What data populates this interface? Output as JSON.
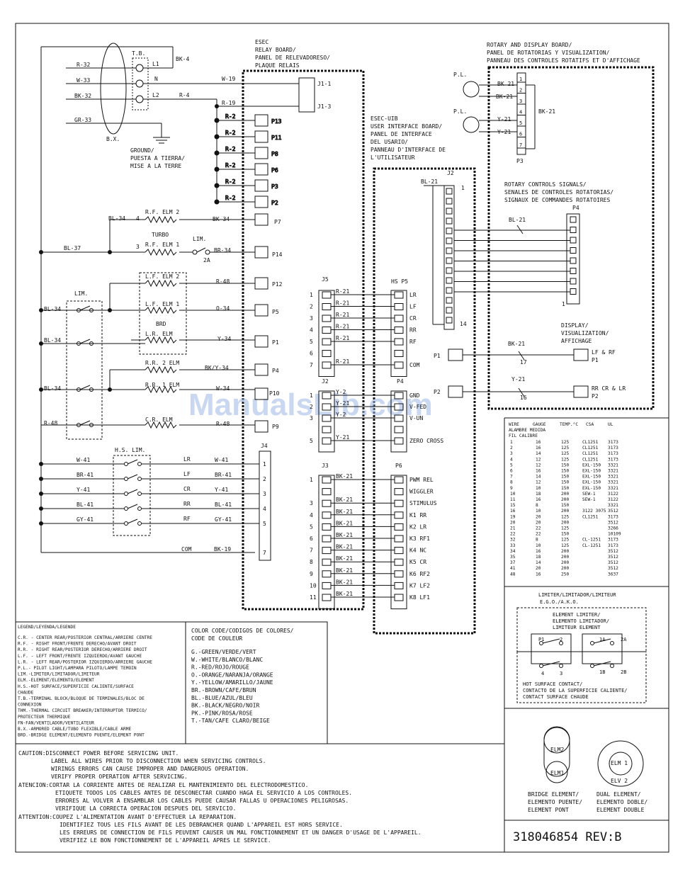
{
  "tb": {
    "title": "T.B.",
    "bk4": "BK-4",
    "l1": "L1",
    "n": "N",
    "l2": "L2",
    "r4": "R-4",
    "bx": "B.X."
  },
  "supply": {
    "r32": "R-32",
    "w33": "W-33",
    "bk32": "BK-32",
    "gr33": "GR-33"
  },
  "ground": [
    "GROUND/",
    "PUESTA A TIERRA/",
    "MISE A LA TERRE"
  ],
  "relay_board": {
    "title": [
      "ESEC",
      "RELAY BOARD/",
      "PANEL DE RELEVADORESO/",
      "PLAQUE RELAIS"
    ],
    "j11": "J1-1",
    "j13": "J1-3",
    "w19": "W-19",
    "r19": "R-19"
  },
  "relay_conns": [
    {
      "wire": "R-2",
      "label": "P13"
    },
    {
      "wire": "R-2",
      "label": "P11"
    },
    {
      "wire": "R-2",
      "label": "P8"
    },
    {
      "wire": "R-2",
      "label": "P6"
    },
    {
      "wire": "R-2",
      "label": "P3"
    },
    {
      "wire": "R-2",
      "label": "P2"
    }
  ],
  "elements": {
    "bl34": "BL-34",
    "bl37": "BL-37",
    "rf2": "R.F. ELM 2",
    "rf1": "R.F. ELM 1",
    "turbo": "TURBO",
    "lim": "LIM.",
    "num4": "4",
    "num3": "3",
    "twoA": "2A",
    "bk34": "BK-34",
    "br34": "BR-34",
    "p7": "P7",
    "p14": "P14",
    "lf2": "L.F. ELM 2",
    "lf1": "L.F. ELM 1",
    "brd": "BRD",
    "lr": "L.R. ELM",
    "r48": "R-48",
    "o34": "O-34",
    "y34": "Y-34",
    "p12": "P12",
    "p5": "P5",
    "p1": "P1",
    "rr2": "R.R. 2 ELM",
    "rr1": "R.R. 1 ELM",
    "bky34": "BK/Y-34",
    "w34": "W-34",
    "p4": "P4",
    "p10": "P10",
    "cr": "C.R. ELM",
    "r48b": "R-48",
    "p9": "P9",
    "lim2": "LIM.",
    "left_bl34a": "BL-34",
    "left_bl34b": "BL-34",
    "left_bl34c": "BL-34",
    "left_r48": "R-48"
  },
  "hs": {
    "title": "H.S. LIM.",
    "j4": "J4",
    "com": "COM",
    "bk19": "BK-19",
    "rows": [
      {
        "left": "W-41",
        "mid": "LR",
        "right": "W-41",
        "pin": "1"
      },
      {
        "left": "BR-41",
        "mid": "LF",
        "right": "BR-41",
        "pin": "2"
      },
      {
        "left": "Y-41",
        "mid": "CR",
        "right": "Y-41",
        "pin": "3"
      },
      {
        "left": "BL-41",
        "mid": "RR",
        "right": "BL-41",
        "pin": "4"
      },
      {
        "left": "GY-41",
        "mid": "RF",
        "right": "GY-41",
        "pin": "5"
      }
    ],
    "pin7": "7"
  },
  "uib": {
    "title": [
      "ESEC-UIB",
      "USER INTERFACE BOARD/",
      "PANEL DE INTERFACE",
      "DEL USARIO/",
      "PANNEAU D'INTERFACE DE",
      "L'UTILISATEUR"
    ]
  },
  "j5": {
    "label": "J5",
    "hs": "HS P5",
    "rows": [
      {
        "n": "1",
        "w": "R-21",
        "r": "LR"
      },
      {
        "n": "2",
        "w": "R-21",
        "r": "LF"
      },
      {
        "n": "3",
        "w": "R-21",
        "r": "CR"
      },
      {
        "n": "4",
        "w": "R-21",
        "r": "RR"
      },
      {
        "n": "5",
        "w": "R-21",
        "r": "RF"
      },
      {
        "n": "6",
        "w": "",
        "r": ""
      },
      {
        "n": "7",
        "w": "R-21",
        "r": "COM"
      }
    ]
  },
  "j2": {
    "label": "J2",
    "p4": "P4",
    "rows": [
      {
        "n": "1",
        "w": "Y-2",
        "r": "GND"
      },
      {
        "n": "2",
        "w": "Y-21",
        "r": "V-FED"
      },
      {
        "n": "3",
        "w": "Y-2",
        "r": "V-UN"
      },
      {
        "n": "",
        "w": "",
        "r": ""
      },
      {
        "n": "5",
        "w": "Y-21",
        "r": "ZERO CROSS"
      }
    ]
  },
  "j3": {
    "label": "J3",
    "p6": "P6",
    "rows": [
      {
        "n": "1",
        "w": "BK-21",
        "r": "PWM REL"
      },
      {
        "n": "",
        "w": "",
        "r": "WIGGLER"
      },
      {
        "n": "3",
        "w": "BK-21",
        "r": "STIMULUS"
      },
      {
        "n": "4",
        "w": "BK-21",
        "r": "K1 RR"
      },
      {
        "n": "5",
        "w": "BK-21",
        "r": "K2 LR"
      },
      {
        "n": "6",
        "w": "BK-21",
        "r": "K3 RF1"
      },
      {
        "n": "7",
        "w": "BK-21",
        "r": "K4 NC"
      },
      {
        "n": "8",
        "w": "BK-21",
        "r": "K5 CR"
      },
      {
        "n": "9",
        "w": "BK-21",
        "r": "K6 RF2"
      },
      {
        "n": "10",
        "w": "BK-21",
        "r": "K7 LF2"
      },
      {
        "n": "11",
        "w": "BK-21",
        "r": "K8 LF1"
      }
    ]
  },
  "rotary": {
    "title": [
      "ROTARY AND DISPLAY BOARD/",
      "PANEL DE ROTATORIAS Y VISUALIZATION/",
      "PANNEAU DES CONTROLES ROTATIFS ET D'AFFICHAGE"
    ],
    "pl": "P.L.",
    "bk21a": "BK 21",
    "bk21b": "BK-21",
    "y21a": "Y-21",
    "y21b": "Y-21",
    "bk21c": "BK-21",
    "p3": "P3",
    "p3pins": [
      "1",
      "2",
      "3",
      "4",
      "5",
      "6",
      "7"
    ],
    "signals": [
      "ROTARY CONTROLS SIGNALS/",
      "SENALES DE CONTROLES ROTATORIAS/",
      "SIGNAUX DE COMMANDES ROTATOIRES"
    ],
    "j2": "J2",
    "j2bl21": "BL-21",
    "j2one": "1",
    "j2fourteen": "14",
    "p4": "P4",
    "bl21": "BL-21",
    "p4one": "1",
    "display": [
      "DISPLAY/",
      "VISUALIZATION/",
      "AFFICHAGE"
    ],
    "p1": "P1",
    "p1wire": "BK-21",
    "p1num": "17",
    "p1r": [
      "LF & RF",
      "P1"
    ],
    "p2": "P2",
    "p2wire": "Y-21",
    "p2num": "16",
    "p2r": [
      "RR CR & LR",
      "P2"
    ]
  },
  "wire_table": {
    "headers": [
      "WIRE",
      "GAUGE",
      "TEMP.°C",
      "CSA",
      "UL"
    ],
    "subheaders": [
      "ALAMBRE MEDIDA",
      "FIL    CALIBRE"
    ],
    "rows": [
      [
        "1",
        "16",
        "125",
        "CL1251",
        "3173"
      ],
      [
        "2",
        "16",
        "125",
        "CL1251",
        "3173"
      ],
      [
        "3",
        "14",
        "125",
        "CL1251",
        "3173"
      ],
      [
        "4",
        "12",
        "125",
        "CL1251",
        "3173"
      ],
      [
        "5",
        "12",
        "150",
        "EXL-150",
        "3321"
      ],
      [
        "6",
        "16",
        "150",
        "EXL-150",
        "3321"
      ],
      [
        "7",
        "14",
        "150",
        "EXL-150",
        "3321"
      ],
      [
        "8",
        "12",
        "150",
        "EXL-150",
        "3321"
      ],
      [
        "9",
        "10",
        "150",
        "EXL-150",
        "3321"
      ],
      [
        "10",
        "18",
        "200",
        "SEW-1",
        "3122"
      ],
      [
        "11",
        "16",
        "200",
        "SEW-1",
        "3122"
      ],
      [
        "15",
        "8",
        "150",
        "",
        "3321"
      ],
      [
        "16",
        "10",
        "200",
        "3122 3075",
        "3512"
      ],
      [
        "19",
        "20",
        "125",
        "CL1251",
        "3173"
      ],
      [
        "20",
        "20",
        "200",
        "",
        "3512"
      ],
      [
        "21",
        "22",
        "125",
        "",
        "3266"
      ],
      [
        "22",
        "22",
        "150",
        "",
        "10109"
      ],
      [
        "32",
        "8",
        "125",
        "CL-1251",
        "3173"
      ],
      [
        "33",
        "10",
        "125",
        "CL-1251",
        "3173"
      ],
      [
        "34",
        "16",
        "200",
        "",
        "3512"
      ],
      [
        "35",
        "18",
        "200",
        "",
        "3512"
      ],
      [
        "37",
        "14",
        "200",
        "",
        "3512"
      ],
      [
        "41",
        "20",
        "200",
        "",
        "3512"
      ],
      [
        "48",
        "16",
        "250",
        "",
        "3637"
      ]
    ]
  },
  "limiter": {
    "title": [
      "LIMITER/LIMITADOR/LIMITEUR",
      "E.G.O./A.K.O."
    ],
    "element": [
      "ELEMENT LIMITER/",
      "ELEMENTO LIMITADOR/",
      "LIMITEUR ELEMENT"
    ],
    "pins_a": [
      "P1",
      "2",
      "4",
      "3"
    ],
    "pins_b": [
      "1A",
      "2A",
      "1B",
      "2B"
    ],
    "hot": [
      "HOT SURFACE CONTACT/",
      "CONTACTO DE LA SUPERFICIE CALIENTE/",
      "CONTACT SURFACE CHAUDE"
    ]
  },
  "legend": {
    "title": "LEGEND/LEYENDA/LEGENDE",
    "lines": [
      "C.R. - CENTER REAR/POSTERIOR CENTRAL/ARRIERE CENTRE",
      "R.F. - RIGHT FRONT/FRENTE DERECHO/AVANT DROIT",
      "R.R. - RIGHT REAR/POSTERIOR DERECHO/ARRIERE DROIT",
      "L.F. - LEFT FRONT/FRENTE IZQUIERDO/AVANT GAUCHE",
      "L.R. - LEFT REAR/POSTERIOR IZQUIERDO/ARRIERE GAUCHE",
      "P.L.- PILOT LIGHT/LAMPARA PILOTO/LAMPE TEMOIN",
      "LIM.-LIMITER/LIMITADOR/LIMITEUR",
      "ELM.-ELEMENT/ELEMENTO/ELEMENT",
      "H.S.-HOT SURFACE/SUPERFICIE CALIENTE/SURFACE",
      "      CHAUDE",
      "T.B.-TERMINAL BLOCK/BLOQUE DE TERMINALES/BLOC DE",
      "      CONNEXION",
      "THM.-THERMAL CIRCUIT BREAKER/INTERRUPTOR TERMICO/",
      "      PROTECTEUR THERMIQUE",
      "FN-FAN/VENTILADOR/VENTILATEUR",
      "B.X.-ARMORED CABLE/TUBO FLEXIBLE/CABLE ARME",
      "BRD.-BRIDGE ELEMENT/ELEMENTO PUENTE/ELEMENT PONT"
    ]
  },
  "colors": {
    "title": "COLOR CODE/CODIGOS DE COLORES/",
    "subtitle": "CODE DE COULEUR",
    "lines": [
      "G.-GREEN/VERDE/VERT",
      "W.-WHITE/BLANCO/BLANC",
      "R.-RED/ROJO/ROUGE",
      "O.-ORANGE/NARANJA/ORANGE",
      "Y.-YELLOW/AMARILLO/JAUNE",
      "BR.-BROWN/CAFE/BRUN",
      "BL.-BLUE/AZUL/BLEU",
      "BK.-BLACK/NEGRO/NOIR",
      "PK.-PINK/ROSA/ROSE",
      "T.-TAN/CAFE CLARO/BEIGE"
    ]
  },
  "elements_key": {
    "elm2": "ELM2",
    "elm1": "ELM1",
    "elv1": "ELM 1",
    "elv2": "ELV 2",
    "bridge": [
      "BRIDGE ELEMENT/",
      "ELEMENTO PUENTE/",
      "ELEMENT PONT"
    ],
    "dual": [
      "DUAL ELEMENT/",
      "ELEMENTO DOBLE/",
      "ELEMENT DOUBLE"
    ]
  },
  "caution": {
    "l1": "CAUTION:DISCONNECT POWER BEFORE SERVICING UNIT.",
    "l2": "LABEL ALL WIRES PRIOR TO DISCONNECTION WHEN SERVICING CONTROLS.",
    "l3": "WIRINGS ERRORS CAN CAUSE IMPROPER AND DANGEROUS OPERATION.",
    "l4": "VERIFY PROPER OPERATION AFTER SERVICING.",
    "l5": "ATENCION:CORTAR LA CORRIENTE ANTES DE REALIZAR EL MANTENIMIENTO DEL ELECTRODOMESTICO.",
    "l6": "ETIQUETE TODOS LOS CABLES ANTES DE DESCONECTAR CUANDO HAGA EL SERVICIO A LOS CONTROLES.",
    "l7": "ERRORES AL VOLVER A ENSAMBLAR LOS CABLES PUEDE CAUSAR FALLAS U OPERACIONES PELIGROSAS.",
    "l8": "VERIFIQUE LA CORRECTA OPERACION DESPUES DEL SERVICIO.",
    "l9": "ATTENTION:COUPEZ L'ALIMENTATION AVANT D'EFFECTUER LA REPARATION.",
    "l10": "IDENTIFIEZ TOUS LES FILS AVANT DE LES DEBRANCHER QUAND L'APPAREIL EST HORS SERVICE.",
    "l11": "LES ERREURS DE CONNECTION DE FILS PEUVENT CAUSER UN MAL FONCTIONNEMENT ET UN DANGER D'USAGE DE L'APPAREIL.",
    "l12": "VERIFIEZ LE BON FONCTIONNEMENT DE L'APPAREIL APRES LE SERVICE."
  },
  "part_no": "318046854  REV:B",
  "watermark": "ManualsLib.com"
}
